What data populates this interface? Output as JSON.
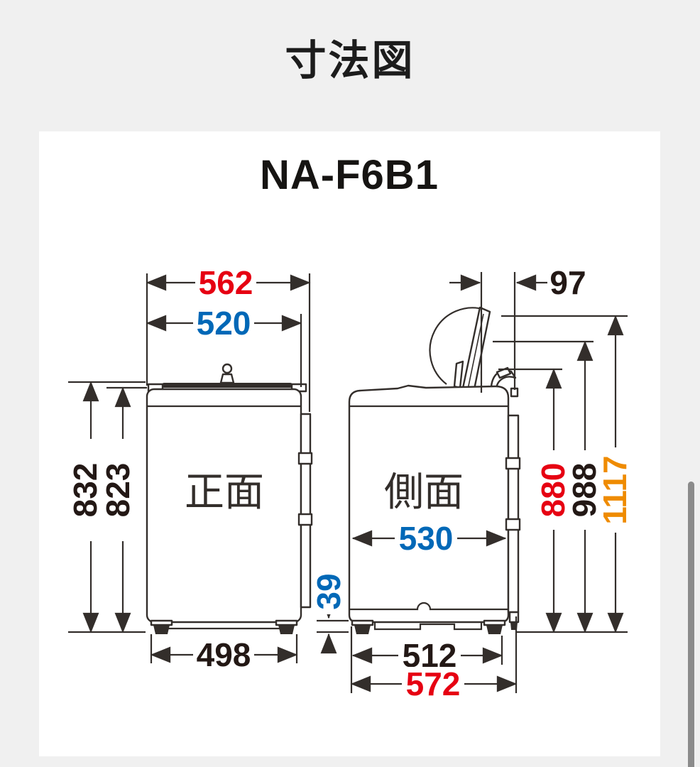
{
  "page": {
    "title": "寸法図",
    "background": "#f0f0f0",
    "card_background": "#ffffff"
  },
  "diagram": {
    "model": "NA-F6B1",
    "colors": {
      "red": "#e60012",
      "blue": "#0068b7",
      "orange": "#ef8b00",
      "black": "#231815",
      "line": "#332e2b"
    },
    "front_view": {
      "label": "正面",
      "dimensions": {
        "width_outer": "562",
        "width_body": "520",
        "height_total": "832",
        "height_body": "823",
        "width_feet": "498"
      }
    },
    "side_view": {
      "label": "側面",
      "dimensions": {
        "lid_rear_protrusion": "97",
        "depth_body": "530",
        "base_clearance": "39",
        "height_hinge": "880",
        "height_back_open": "988",
        "height_lid_open": "1117",
        "depth_feet": "512",
        "depth_total": "572"
      }
    }
  }
}
